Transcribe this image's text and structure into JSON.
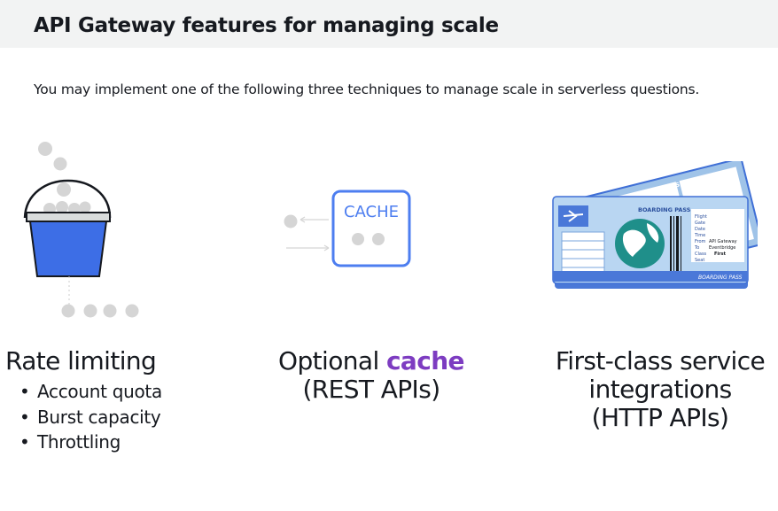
{
  "header": {
    "title": "API Gateway features for managing scale"
  },
  "intro": "You may implement one of the following three techniques to manage scale in serverless questions.",
  "colors": {
    "bucket_blue": "#3d6ee6",
    "cache_blue": "#4d7ef0",
    "ticket_blue": "#4a90d9",
    "accent_purple": "#7d3cc1",
    "dot_gray": "#d5d5d5"
  },
  "features": {
    "rate_limiting": {
      "icon": "bucket-icon",
      "title": "Rate limiting",
      "bullets": [
        "Account quota",
        "Burst capacity",
        "Throttling"
      ]
    },
    "cache": {
      "icon": "cache-icon",
      "icon_label": "CACHE",
      "title_prefix": "Optional ",
      "title_accent": "cache",
      "subtitle": "(REST APIs)"
    },
    "integrations": {
      "icon": "boarding-pass-icon",
      "ticket_label": "BOARDING PASS",
      "ticket_fields": [
        "Flight",
        "Gate",
        "Date",
        "Time",
        "From",
        "To",
        "Class",
        "Seat"
      ],
      "ticket_values": [
        "API Gateway",
        "Eventbridge",
        "First"
      ],
      "title_lines": [
        "First-class service",
        "integrations",
        "(HTTP APIs)"
      ]
    }
  }
}
